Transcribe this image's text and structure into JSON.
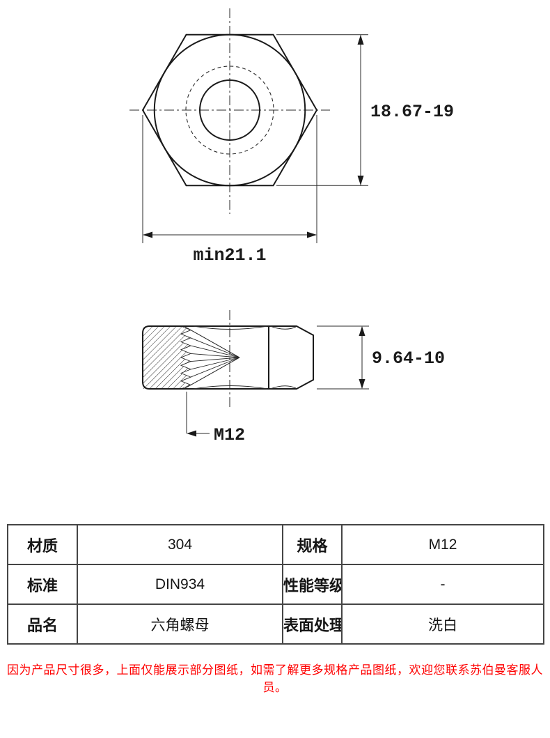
{
  "drawing": {
    "front_view": {
      "height_dim": "18.67-19",
      "width_dim": "min21.1"
    },
    "side_view": {
      "height_dim": "9.64-10",
      "thread_label": "M12"
    }
  },
  "spec_table": {
    "rows": [
      {
        "label1": "材质",
        "value1": "304",
        "label2": "规格",
        "value2": "M12"
      },
      {
        "label1": "标准",
        "value1": "DIN934",
        "label2": "性能等级",
        "value2": "-"
      },
      {
        "label1": "品名",
        "value1": "六角螺母",
        "label2": "表面处理",
        "value2": "洗白"
      }
    ]
  },
  "footer_note": "因为产品尺寸很多，上面仅能展示部分图纸，如需了解更多规格产品图纸，欢迎您联系苏伯曼客服人员。",
  "colors": {
    "line": "#1a1a1a",
    "note_red": "#ff0000",
    "table_border": "#454545"
  }
}
